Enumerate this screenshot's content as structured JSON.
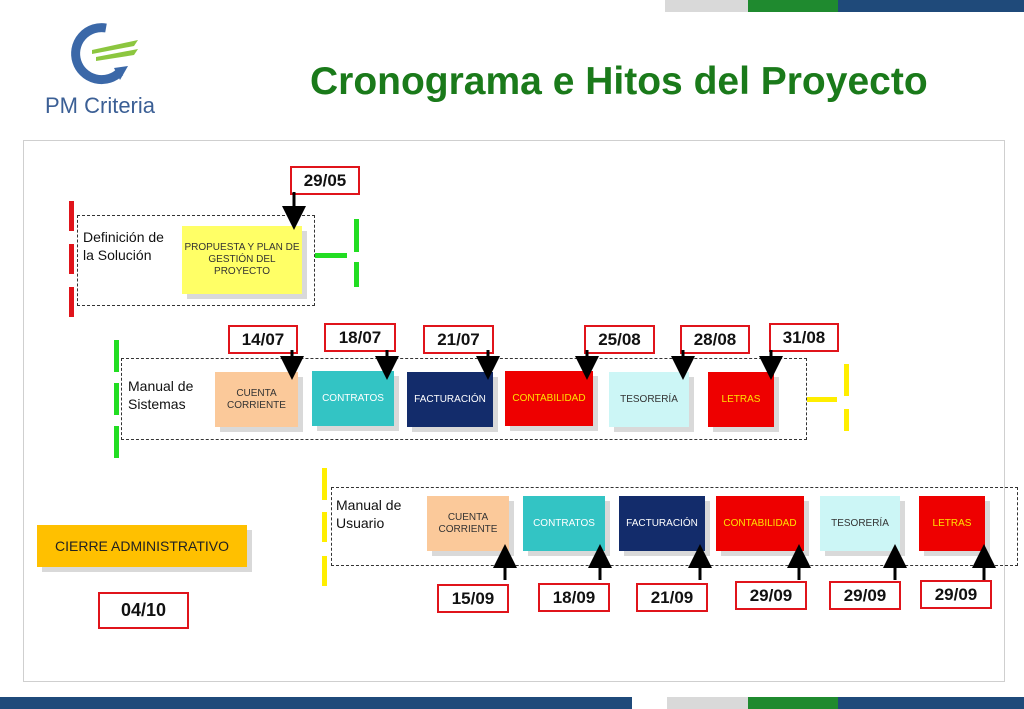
{
  "title": "Cronograma e Hitos del Proyecto",
  "logo": {
    "text": "PM Criteria",
    "icon": "pm-criteria-logo"
  },
  "colors": {
    "title": "#1a7a1a",
    "date_border": "#e0141b",
    "navy": "#1f4a7a",
    "green": "#1f8a2f",
    "gray": "#d9d9d9"
  },
  "phase1": {
    "label": "Definición de la Solución",
    "box": "PROPUESTA Y PLAN DE GESTIÓN DEL PROYECTO",
    "date": "29/05"
  },
  "phase2": {
    "label": "Manual de Sistemas",
    "boxes": [
      "CUENTA CORRIENTE",
      "CONTRATOS",
      "FACTURACIÓN",
      "CONTABILIDAD",
      "TESORERÍA",
      "LETRAS"
    ],
    "dates": [
      "14/07",
      "18/07",
      "21/07",
      "25/08",
      "28/08",
      "31/08"
    ]
  },
  "phase3": {
    "label": "Manual de Usuario",
    "boxes": [
      "CUENTA CORRIENTE",
      "CONTRATOS",
      "FACTURACIÓN",
      "CONTABILIDAD",
      "TESORERÍA",
      "LETRAS"
    ],
    "dates": [
      "15/09",
      "18/09",
      "21/09",
      "29/09",
      "29/09",
      "29/09"
    ]
  },
  "closing": {
    "box": "CIERRE ADMINISTRATIVO",
    "date": "04/10"
  }
}
